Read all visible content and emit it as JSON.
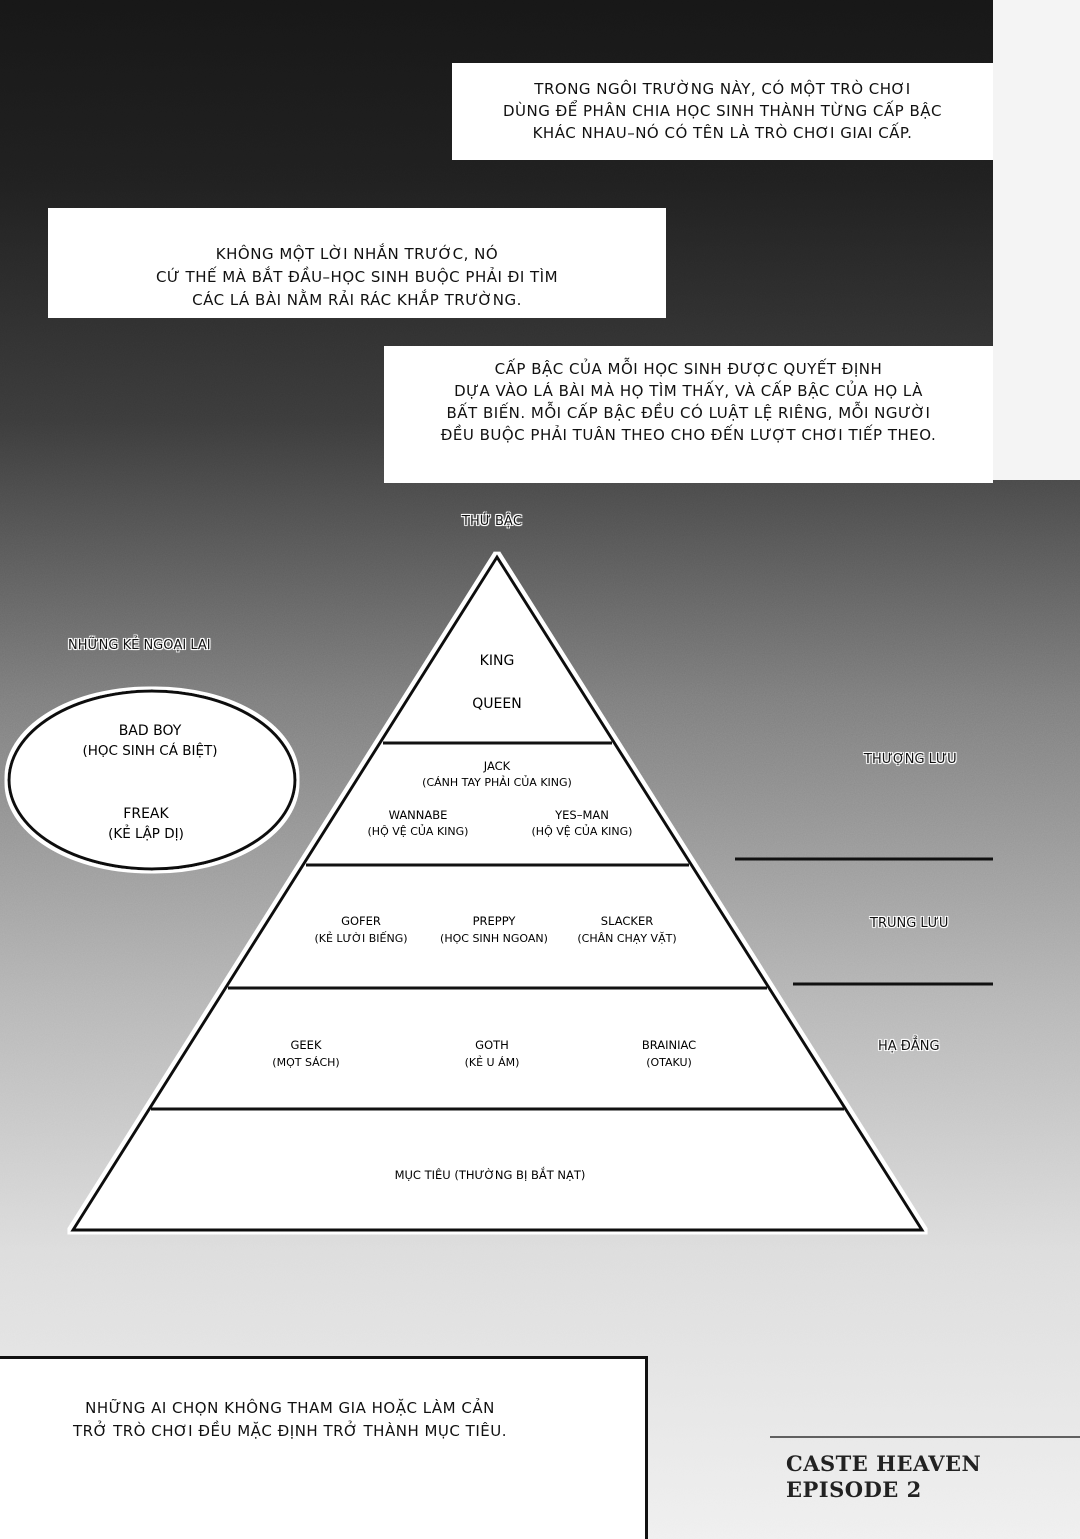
{
  "captions": {
    "top": [
      "TRONG NGÔI TRƯỜNG NÀY, CÓ MỘT TRÒ CHƠI",
      "DÙNG ĐỂ PHÂN CHIA HỌC SINH THÀNH TỪNG CẤP BẬC",
      "KHÁC NHAU–NÓ CÓ TÊN LÀ TRÒ CHƠI GIAI CẤP."
    ],
    "second": [
      "KHÔNG MỘT LỜI NHẮN TRƯỚC, NÓ",
      "CỨ THẾ MÀ BẮT ĐẦU–HỌC SINH BUỘC PHẢI ĐI TÌM",
      "CÁC LÁ BÀI NẰM RẢI RÁC KHẮP TRƯỜNG."
    ],
    "third": [
      "CẤP BẬC CỦA MỖI HỌC SINH ĐƯỢC QUYẾT ĐỊNH",
      "DỰA VÀO LÁ BÀI MÀ HỌ TÌM THẤY, VÀ CẤP BẬC CỦA HỌ LÀ",
      "BẤT BIẾN. MỖI CẤP BẬC ĐỀU CÓ LUẬT LỆ RIÊNG, MỖI NGƯỜI",
      "ĐỀU BUỘC PHẢI TUÂN THEO CHO ĐẾN LƯỢT CHƠI TIẾP THEO."
    ],
    "bottom": [
      "NHỮNG AI CHỌN KHÔNG THAM GIA HOẶC LÀM CẢN",
      "TRỞ TRÒ CHƠI ĐỀU MẶC ĐỊNH TRỞ THÀNH MỤC TIÊU."
    ]
  },
  "diagram": {
    "title": "THỨ BẬC",
    "tiers": [
      {
        "roles": [
          {
            "name": "KING",
            "desc": ""
          },
          {
            "name": "QUEEN",
            "desc": ""
          }
        ]
      },
      {
        "roles": [
          {
            "name": "JACK",
            "desc": "(CÁNH TAY PHẢI CỦA KING)"
          },
          {
            "name": "WANNABE",
            "desc": "(HỘ VỆ CỦA KING)"
          },
          {
            "name": "YES–MAN",
            "desc": "(HỘ VỆ CỦA KING)"
          }
        ]
      },
      {
        "roles": [
          {
            "name": "GOFER",
            "desc": "(KẺ LƯỜI BIẾNG)"
          },
          {
            "name": "PREPPY",
            "desc": "(HỌC SINH NGOAN)"
          },
          {
            "name": "SLACKER",
            "desc": "(CHÂN CHẠY VẶT)"
          }
        ]
      },
      {
        "roles": [
          {
            "name": "GEEK",
            "desc": "(MỌT SÁCH)"
          },
          {
            "name": "GOTH",
            "desc": "(KẺ U ÁM)"
          },
          {
            "name": "BRAINIAC",
            "desc": "(OTAKU)"
          }
        ]
      },
      {
        "roles": [
          {
            "name": "MỤC TIÊU (THƯỜNG BỊ BẮT NẠT)",
            "desc": ""
          }
        ]
      }
    ],
    "class_labels": [
      "THƯỢNG LƯU",
      "TRUNG LƯU",
      "HẠ ĐẲNG"
    ],
    "outsiders": {
      "title": "NHỮNG KẺ NGOẠI LAI",
      "roles": [
        {
          "name": "BAD BOY",
          "desc": "(HỌC SINH CÁ BIỆT)"
        },
        {
          "name": "FREAK",
          "desc": "(KẺ LẬP DỊ)"
        }
      ]
    }
  },
  "footer": {
    "line1": "CASTE HEAVEN",
    "line2": "EPISODE 2"
  }
}
